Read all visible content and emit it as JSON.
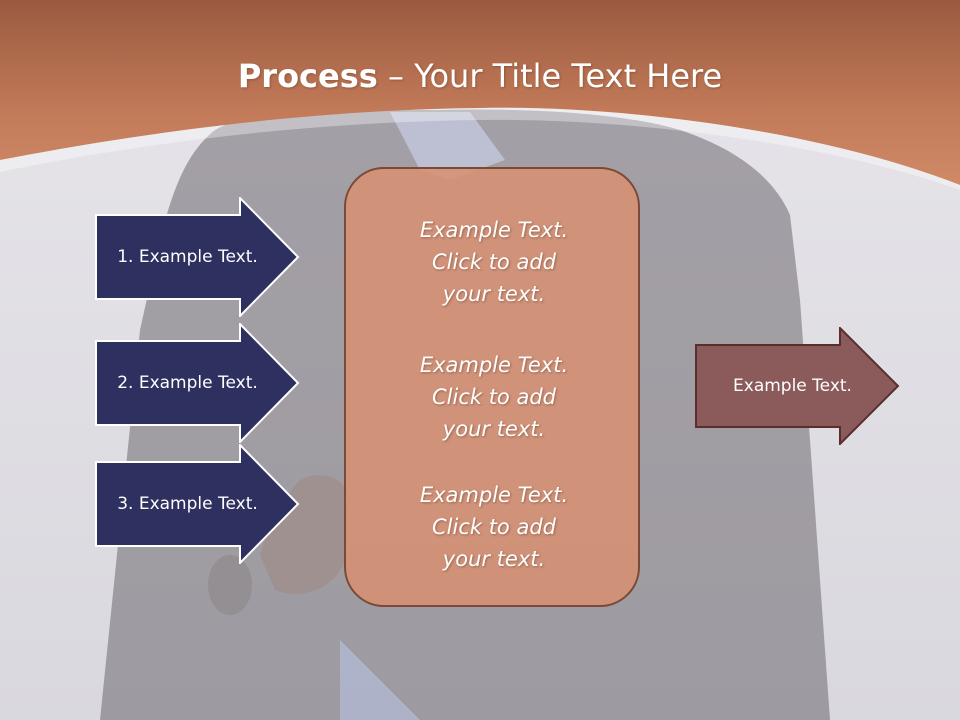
{
  "slide": {
    "title_bold": "Process",
    "title_rest": " – Your Title Text Here"
  },
  "left_arrows": [
    {
      "label": "1. Example Text."
    },
    {
      "label": "2. Example Text."
    },
    {
      "label": "3. Example Text."
    }
  ],
  "center_box": {
    "paragraphs": [
      {
        "line1": "Example Text.",
        "line2": "Click  to add",
        "line3": "your text."
      },
      {
        "line1": "Example Text.",
        "line2": "Click  to add",
        "line3": "your text."
      },
      {
        "line1": "Example Text.",
        "line2": "Click  to add",
        "line3": "your text."
      }
    ]
  },
  "right_arrow": {
    "label": "Example Text."
  },
  "colors": {
    "banner": "#b8694a",
    "left_arrow_fill": "#2e3060",
    "center_box_fill": "#d49173",
    "right_arrow_fill": "#8b5a5a"
  }
}
